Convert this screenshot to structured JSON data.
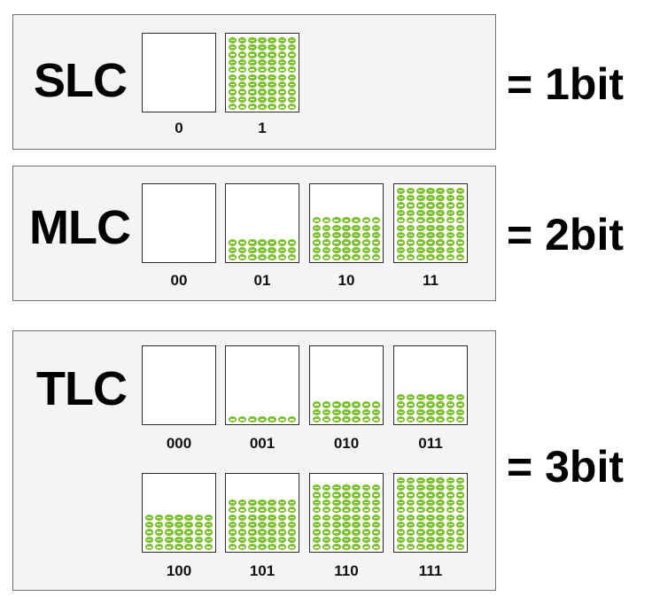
{
  "panels": [
    {
      "label": "SLC",
      "result": "= 1bit",
      "cells": [
        {
          "code": "0",
          "fill_rows": 0
        },
        {
          "code": "1",
          "fill_rows": 10
        }
      ]
    },
    {
      "label": "MLC",
      "result": "= 2bit",
      "cells": [
        {
          "code": "00",
          "fill_rows": 0
        },
        {
          "code": "01",
          "fill_rows": 3
        },
        {
          "code": "10",
          "fill_rows": 6
        },
        {
          "code": "11",
          "fill_rows": 10
        }
      ]
    },
    {
      "label": "TLC",
      "result": "= 3bit",
      "cells": [
        {
          "code": "000",
          "fill_rows": 0
        },
        {
          "code": "001",
          "fill_rows": 1
        },
        {
          "code": "010",
          "fill_rows": 3
        },
        {
          "code": "011",
          "fill_rows": 4
        },
        {
          "code": "100",
          "fill_rows": 5
        },
        {
          "code": "101",
          "fill_rows": 7
        },
        {
          "code": "110",
          "fill_rows": 9
        },
        {
          "code": "111",
          "fill_rows": 10
        }
      ]
    }
  ],
  "colors": {
    "electron": "#7cc12e",
    "panel_background": "#f4f4f4",
    "panel_border": "#6f6f6f"
  },
  "electrons_per_row": 7
}
